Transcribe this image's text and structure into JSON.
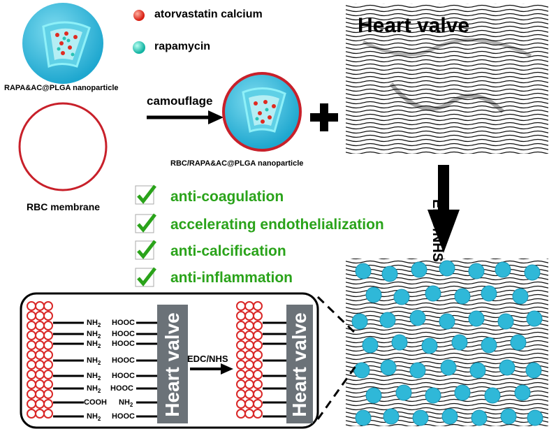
{
  "legend": {
    "item1": "atorvastatin calcium",
    "item2": "rapamycin"
  },
  "colors": {
    "np_blue": "#2fb8d8",
    "np_inner": "#8fe0e8",
    "drug_red": "#e02b20",
    "drug_cyan": "#27c3b5",
    "check_green": "#2aa31a",
    "panel_gray": "#6b7278",
    "rbc_red": "#d92727"
  },
  "labels": {
    "np1": "RAPA&AC@PLGA nanoparticle",
    "rbc": "RBC membrane",
    "camouflage": "camouflage",
    "np2": "RBC/RAPA&AC@PLGA nanoparticle",
    "heart_valve_title": "Heart valve",
    "edc_nhs_vertical": "EDC/NHS",
    "edc_nhs_inset": "EDC/NHS",
    "plus": "+"
  },
  "benefits": [
    "anti-coagulation",
    "accelerating endothelialization",
    "anti-calcification",
    "anti-inflammation"
  ],
  "inset": {
    "panel_label": "Heart valve",
    "left_groups": [
      "NH2",
      "NH2",
      "NH2",
      "NH2",
      "NH2",
      "NH2",
      "COOH",
      "NH2"
    ],
    "right_groups": [
      "HOOC",
      "HOOC",
      "HOOC",
      "HOOC",
      "HOOC",
      "HOOC",
      "NH2",
      "HOOC"
    ]
  }
}
